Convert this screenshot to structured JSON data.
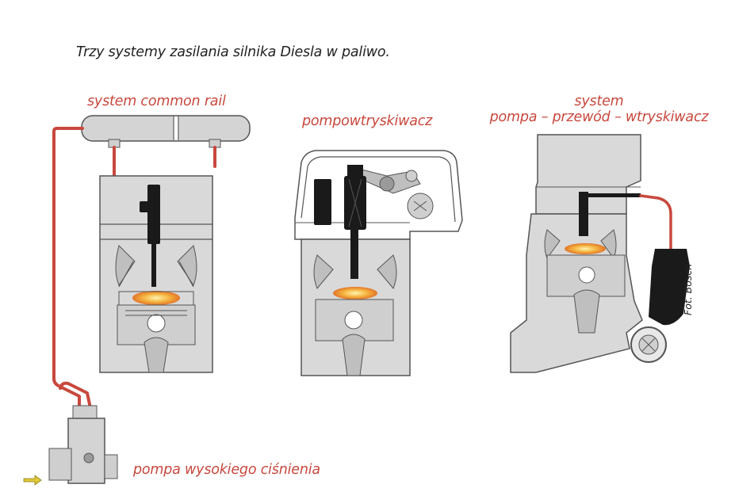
{
  "title": "Trzy systemy zasilania silnika Diesla w paliwo.",
  "labels": {
    "common_rail": "system common rail",
    "pump_nozzle": "pompowtryskiwacz",
    "ppn_line1": "system",
    "ppn_line2": "pompa – przewód – wtryskiwacz",
    "high_pressure_pump": "pompa wysokiego ciśnienia"
  },
  "credit": "Fot. Bosch",
  "colors": {
    "fuel_line": "#c8483d",
    "label_red": "#c8483d",
    "engine_fill": "#d9d9d9",
    "engine_stroke": "#555555",
    "injector": "#1a1a1a",
    "flame": "#f2a23a",
    "arrow": "#e0c93a"
  }
}
